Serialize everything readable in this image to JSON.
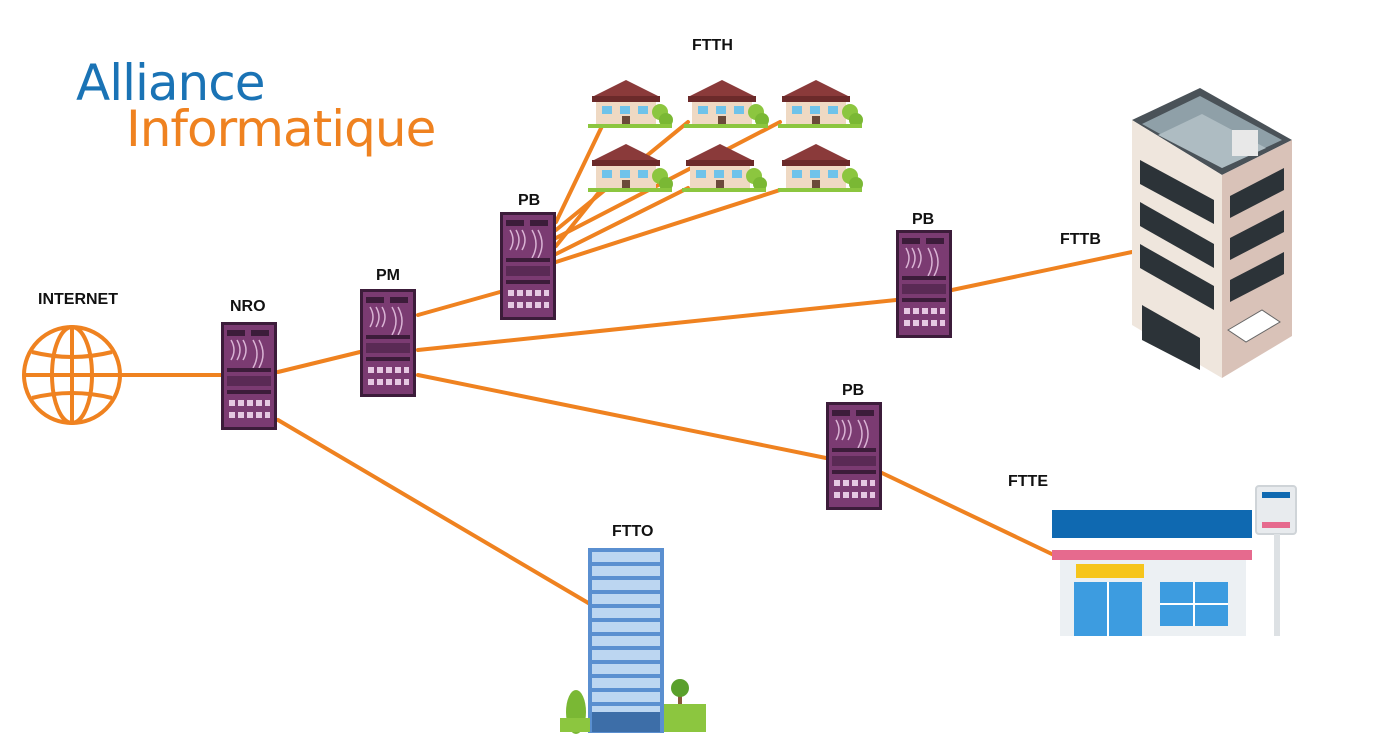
{
  "logo": {
    "line1": "Alliance",
    "line2": "Informatique"
  },
  "labels": {
    "internet": "INTERNET",
    "nro": "NRO",
    "pm": "PM",
    "pb_ftth": "PB",
    "pb_fttb": "PB",
    "pb_ftte": "PB",
    "ftth": "FTTH",
    "fttb": "FTTB",
    "ftte": "FTTE",
    "ftto": "FTTO"
  },
  "colors": {
    "fiber": "#ef8220",
    "rack": "#7b3b72",
    "rack_dark": "#3c1c3a",
    "logo_blue": "#1a73b5",
    "logo_orange": "#ef8220"
  },
  "icons": {
    "internet": "globe-icon",
    "rack": "server-rack-icon",
    "house": "house-icon",
    "building": "apartment-building-icon",
    "office": "office-tower-icon",
    "shop": "shop-icon"
  }
}
